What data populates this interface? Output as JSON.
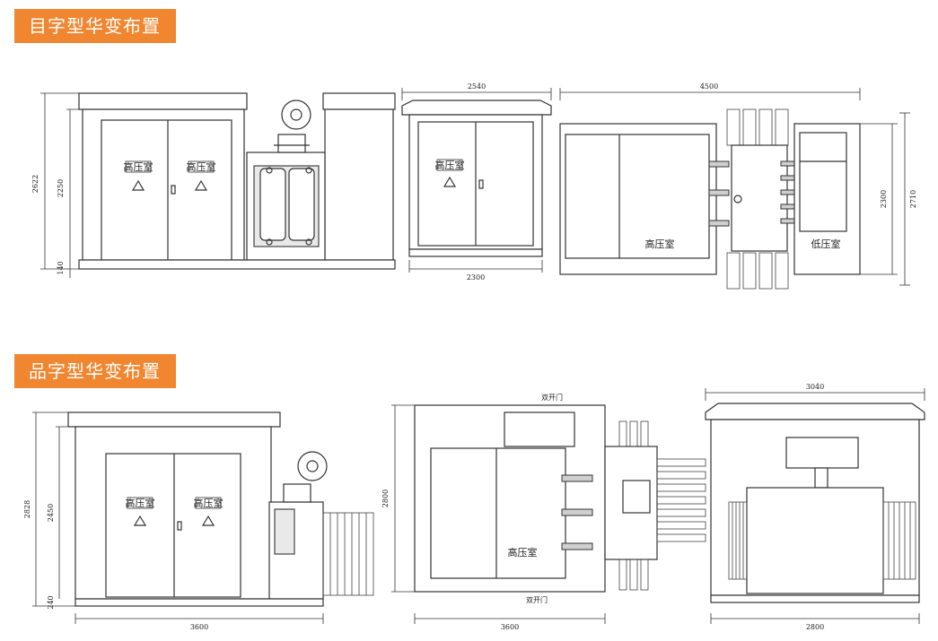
{
  "sections": [
    {
      "title": "目字型华变布置",
      "front_view": {
        "dims": {
          "overall_height": "2622",
          "body_height": "2250",
          "base_height": "140"
        },
        "labels": [
          "高压室",
          "高压室"
        ]
      },
      "side_view": {
        "dims": {
          "top_width": "2540",
          "bottom_width": "2300"
        },
        "labels": [
          "高压室"
        ]
      },
      "plan_view": {
        "dims": {
          "overall_width": "4500",
          "inner_depth": "2300",
          "overall_depth": "2710"
        },
        "labels": [
          "高压室",
          "低压室"
        ]
      }
    },
    {
      "title": "品字型华变布置",
      "front_view": {
        "dims": {
          "overall_height": "2828",
          "body_height": "2450",
          "base_height": "240",
          "width": "3600"
        },
        "labels": [
          "高压室",
          "高压室"
        ]
      },
      "plan_view": {
        "dims": {
          "depth": "2800",
          "width": "3600"
        },
        "labels": [
          "高压室",
          "双开门",
          "双开门"
        ]
      },
      "side_view": {
        "dims": {
          "top_width": "3040",
          "bottom_width": "2800"
        }
      }
    }
  ]
}
